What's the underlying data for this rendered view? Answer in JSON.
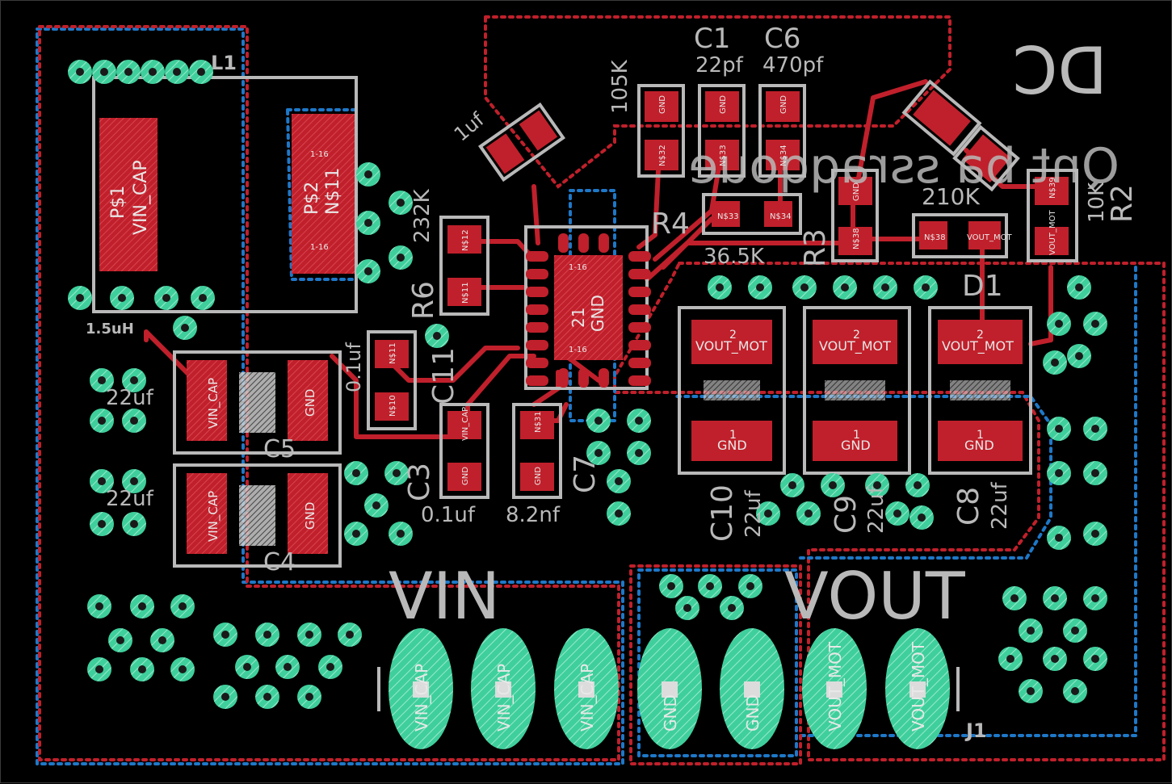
{
  "colors": {
    "background": "#000000",
    "copper_top": "#cc1f2a",
    "polygon_top": "#c0202b",
    "polygon_bottom": "#1e78c8",
    "via": "#3fcf9c",
    "silkscreen": "#b9b9b9",
    "pad_text": "#e8e8e8"
  },
  "board_labels": {
    "vin": "VIN",
    "vout": "VOUT",
    "dc_title": "DC",
    "mirrored_text": "Qnt ba ssraqqoue",
    "j1": "J1",
    "l1": "L1",
    "d1": "D1",
    "u1_label": "1.5uH"
  },
  "components": {
    "c1": {
      "ref": "C1",
      "value": "22pf"
    },
    "c6": {
      "ref": "C6",
      "value": "470pf"
    },
    "c3": {
      "ref": "C3",
      "value": "0.1uf"
    },
    "c7": {
      "ref": "C7",
      "value": "8.2nf"
    },
    "c11": {
      "ref": "C11",
      "value": "0.1uf"
    },
    "c10": {
      "ref": "C10",
      "value": "22uf"
    },
    "c9": {
      "ref": "C9",
      "value": "22uf"
    },
    "c8": {
      "ref": "C8",
      "value": "22uf"
    },
    "c5": {
      "ref": "C5",
      "value": "22uf"
    },
    "c4": {
      "ref": "C4",
      "value": "22uf"
    },
    "r1_value": "105K",
    "r2": {
      "ref": "R2",
      "value": "10K"
    },
    "r3": {
      "ref": "R3",
      "value": "210K"
    },
    "r4": {
      "ref": "R4",
      "value": "36.5K"
    },
    "r6": {
      "ref": "R6",
      "value": "232K"
    },
    "cap_1uf": "1uf"
  },
  "pads": {
    "ps1": "P$1",
    "ps1_net": "VIN_CAP",
    "ps2": "P$2",
    "ps2_net": "N$11",
    "pin_1_16": "1-16",
    "ic_pin": "21",
    "ic_net": "GND",
    "vout_mot": "VOUT_MOT",
    "gnd": "GND",
    "vin_cap": "VIN_CAP",
    "n31": "N$31",
    "n32": "N$32",
    "n33": "N$33",
    "n34": "N$34",
    "n38": "N$38",
    "n39": "N$39",
    "n310": "N$10",
    "n311": "N$11",
    "n312": "N$12",
    "pad1": "1",
    "pad2": "2"
  },
  "connector_pins": [
    "VIN_CAP",
    "VIN_CAP",
    "VIN_CAP",
    "GND",
    "GND",
    "VOUT_MOT",
    "VOUT_MOT"
  ]
}
